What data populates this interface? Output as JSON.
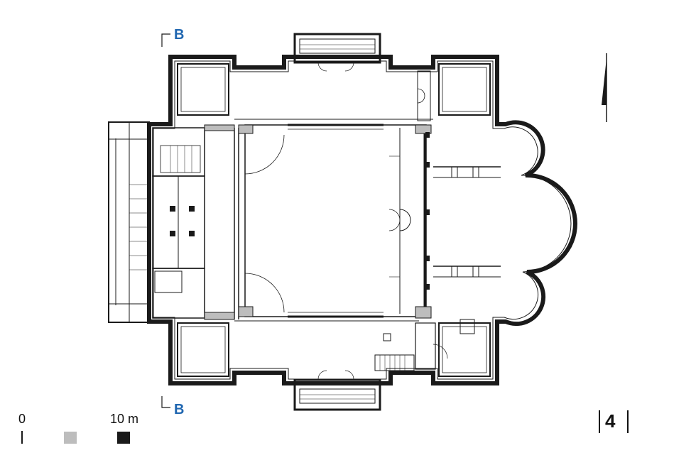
{
  "section_marker": {
    "letter": "B",
    "color": "#1f66b0"
  },
  "scale_bar": {
    "start_label": "0",
    "end_label": "10 m",
    "swatch_light": "#bdbdbd",
    "swatch_dark": "#1a1a1a"
  },
  "sheet": {
    "number": "4"
  },
  "icons": {
    "north_arrow": "north-arrow-icon"
  }
}
